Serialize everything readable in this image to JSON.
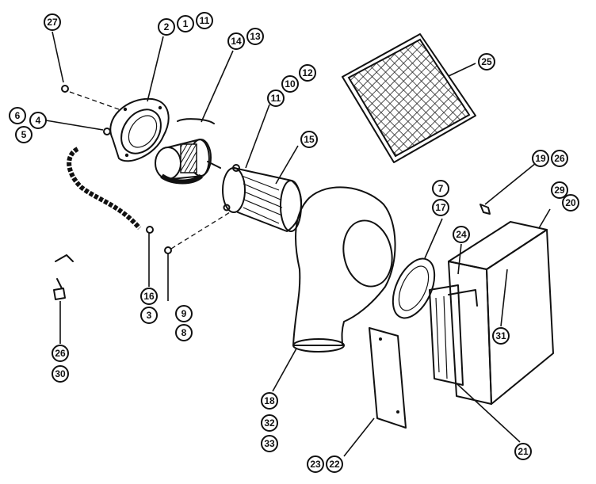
{
  "callouts": {
    "c27": "27",
    "c2": "2",
    "c1": "1",
    "c11a": "11",
    "c14": "14",
    "c13": "13",
    "c12": "12",
    "c10": "10",
    "c11b": "11",
    "c6": "6",
    "c5": "5",
    "c4": "4",
    "c15": "15",
    "c25": "25",
    "c7": "7",
    "c17": "17",
    "c19": "19",
    "c26a": "26",
    "c29": "29",
    "c20": "20",
    "c24": "24",
    "c31": "31",
    "c16": "16",
    "c3": "3",
    "c9": "9",
    "c8": "8",
    "c26b": "26",
    "c30": "30",
    "c18": "18",
    "c32": "32",
    "c33": "33",
    "c23": "23",
    "c22": "22",
    "c21": "21"
  }
}
